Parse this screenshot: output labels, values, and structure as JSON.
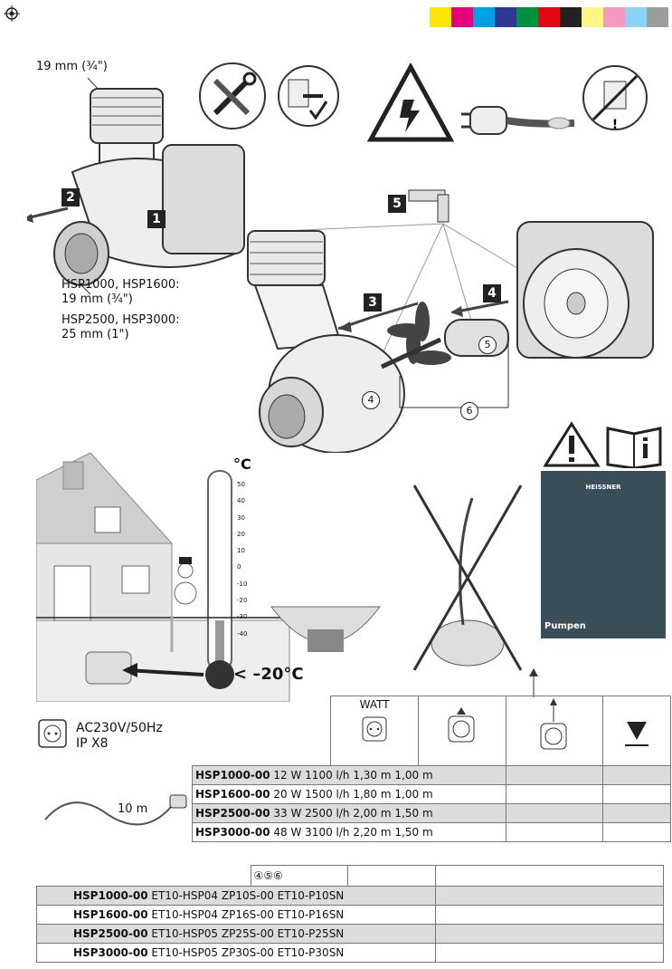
{
  "color_bar": [
    "#ffe600",
    "#e6007e",
    "#00a0e3",
    "#2b3990",
    "#00913f",
    "#e30613",
    "#222222",
    "#fff685",
    "#f49ac1",
    "#8fd3f4",
    "#9d9d9c"
  ],
  "labels": {
    "size_top": "19 mm (¾\")",
    "hsp_small_models": "HSP1000, HSP1600:",
    "hsp_small_size": "19 mm (¾\")",
    "hsp_large_models": "HSP2500, HSP3000:",
    "hsp_large_size": "25 mm (1\")",
    "celsius": "°C",
    "temp_limit": "< –20°C",
    "power": "AC230V/50Hz",
    "ip": "IP X8",
    "cable": "10 m",
    "watt": "WATT",
    "brand": "HEISSNER",
    "product": "Pumpen"
  },
  "steps": [
    "1",
    "2",
    "3",
    "4",
    "5"
  ],
  "parts": [
    "4",
    "5",
    "6"
  ],
  "thermometer_ticks": [
    "50",
    "40",
    "30",
    "20",
    "10",
    "0",
    "-10",
    "-20",
    "-30",
    "-40"
  ],
  "spec_table": {
    "rows": [
      {
        "model": "HSP1000-00",
        "watt": "12 W",
        "flow": "1100 l/h",
        "height": "1,30 m",
        "depth": "1,00 m"
      },
      {
        "model": "HSP1600-00",
        "watt": "20 W",
        "flow": "1500 l/h",
        "height": "1,80 m",
        "depth": "1,00 m"
      },
      {
        "model": "HSP2500-00",
        "watt": "33 W",
        "flow": "2500 l/h",
        "height": "2,00 m",
        "depth": "1,50 m"
      },
      {
        "model": "HSP3000-00",
        "watt": "48 W",
        "flow": "3100 l/h",
        "height": "2,20 m",
        "depth": "1,50 m"
      }
    ]
  },
  "parts_table": {
    "header": "④⑤⑥",
    "rows": [
      {
        "model": "HSP1000-00",
        "p4": "ET10-HSP04",
        "p5": "ZP10S-00",
        "p6": "ET10-P10SN"
      },
      {
        "model": "HSP1600-00",
        "p4": "ET10-HSP04",
        "p5": "ZP16S-00",
        "p6": "ET10-P16SN"
      },
      {
        "model": "HSP2500-00",
        "p4": "ET10-HSP05",
        "p5": "ZP25S-00",
        "p6": "ET10-P25SN"
      },
      {
        "model": "HSP3000-00",
        "p4": "ET10-HSP05",
        "p5": "ZP30S-00",
        "p6": "ET10-P30SN"
      }
    ]
  }
}
